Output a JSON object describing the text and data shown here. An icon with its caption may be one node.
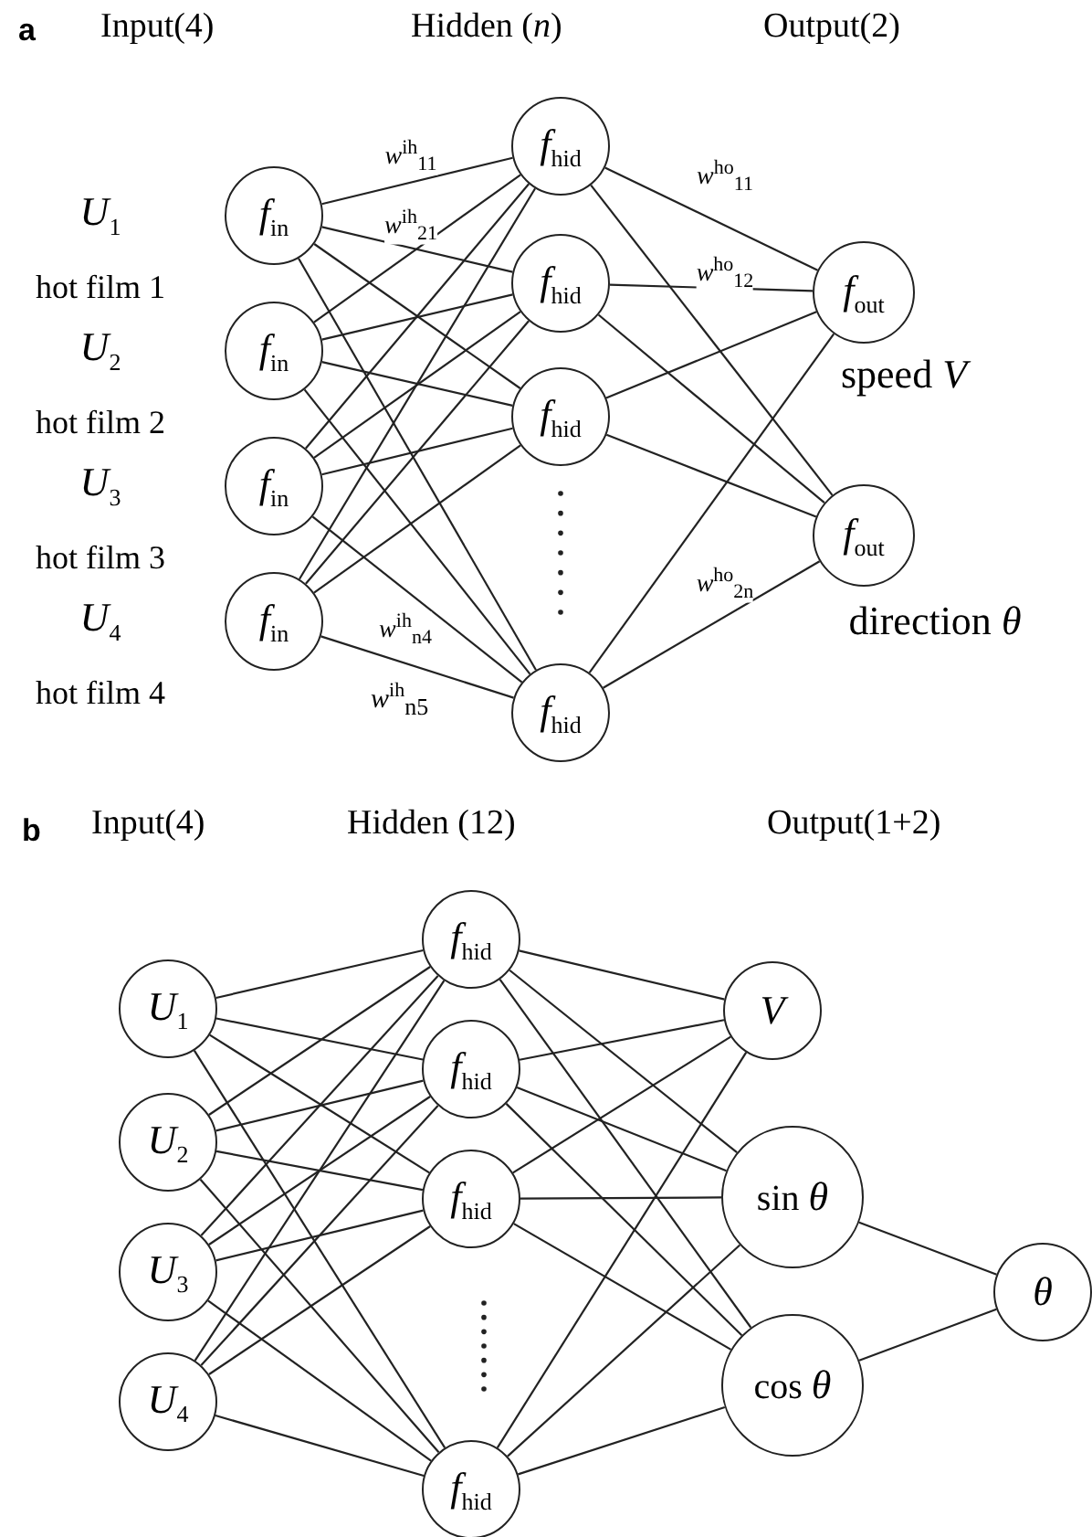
{
  "diagram": {
    "nodes": [
      {
        "text": [
          "*f*$_{in}$"
        ],
        "beside": [
          "*U*$_{1}$",
          "hot film 1"
        ]
      },
      {
        "text": [
          "*f*$_{in}$"
        ],
        "beside": [
          "*U*$_{2}$",
          "hot film 2"
        ]
      },
      {
        "text": [
          "*f*$_{in}$"
        ],
        "beside": [
          "*U*$_{3}$",
          "hot film 3"
        ]
      },
      {
        "text": [
          "*f*$_{in}$"
        ],
        "beside": [
          "*U*$_{4}$",
          "hot film 4"
        ]
      },
      {
        "text": [
          "*f*$_{hid}$"
        ]
      },
      {
        "text": [
          "*f*$_{hid}$"
        ]
      },
      {
        "text": [
          "*f*$_{hid}$"
        ]
      },
      {
        "text": [
          "*f*$_{hid}$"
        ]
      },
      {
        "text": [
          "*f*$_{out}$"
        ],
        "beside": [
          "speed *V*"
        ]
      },
      {
        "text": [
          "*f*$_{out}$"
        ],
        "beside": [
          "direction *θ*"
        ]
      },
      {
        "text": [
          "*U*$_{1}$"
        ]
      },
      {
        "text": [
          "*U*$_{2}$"
        ]
      },
      {
        "text": [
          "*U*$_{3}$"
        ]
      },
      {
        "text": [
          "*U*$_{4}$"
        ]
      },
      {
        "text": [
          "*f*$_{hid}$"
        ]
      },
      {
        "text": [
          "*f*$_{hid}$"
        ]
      },
      {
        "text": [
          "*f*$_{hid}$"
        ]
      },
      {
        "text": [
          "*f*$_{hid}$"
        ]
      },
      {
        "text": [
          "*V*"
        ]
      },
      {
        "text": [
          "sin *θ*"
        ]
      },
      {
        "text": [
          "cos *θ*"
        ]
      },
      {
        "text": [
          "*θ*"
        ]
      }
    ],
    "edges": [
      {
        "from": 0,
        "to": 4,
        "arrow": "none",
        "label": "*w*$^{ih}$$_{11}$"
      },
      {
        "from": 0,
        "to": 5,
        "arrow": "none",
        "label": "*w*$^{ih}$$_{21}$"
      },
      {
        "from": 0,
        "to": 6,
        "arrow": "none"
      },
      {
        "from": 0,
        "to": 7,
        "arrow": "none"
      },
      {
        "from": 1,
        "to": 4,
        "arrow": "none"
      },
      {
        "from": 1,
        "to": 5,
        "arrow": "none"
      },
      {
        "from": 1,
        "to": 6,
        "arrow": "none"
      },
      {
        "from": 1,
        "to": 7,
        "arrow": "none"
      },
      {
        "from": 2,
        "to": 4,
        "arrow": "none"
      },
      {
        "from": 2,
        "to": 5,
        "arrow": "none"
      },
      {
        "from": 2,
        "to": 6,
        "arrow": "none"
      },
      {
        "from": 2,
        "to": 7,
        "arrow": "none"
      },
      {
        "from": 3,
        "to": 4,
        "arrow": "none"
      },
      {
        "from": 3,
        "to": 5,
        "arrow": "none"
      },
      {
        "from": 3,
        "to": 6,
        "arrow": "none"
      },
      {
        "from": 3,
        "to": 7,
        "arrow": "none",
        "label": "*w*$^{ih}$$_{n4}$"
      },
      {
        "from": 4,
        "to": 8,
        "arrow": "none",
        "label": "*w*$^{ho}$$_{11}$"
      },
      {
        "from": 4,
        "to": 9,
        "arrow": "none"
      },
      {
        "from": 5,
        "to": 8,
        "arrow": "none",
        "label": "*w*$^{ho}$$_{12}$"
      },
      {
        "from": 5,
        "to": 9,
        "arrow": "none"
      },
      {
        "from": 6,
        "to": 8,
        "arrow": "none"
      },
      {
        "from": 6,
        "to": 9,
        "arrow": "none"
      },
      {
        "from": 7,
        "to": 8,
        "arrow": "none"
      },
      {
        "from": 7,
        "to": 9,
        "arrow": "none",
        "label": "*w*$^{ho}$$_{2n}$"
      },
      {
        "from": 10,
        "to": 14,
        "arrow": "none"
      },
      {
        "from": 10,
        "to": 15,
        "arrow": "none"
      },
      {
        "from": 10,
        "to": 16,
        "arrow": "none"
      },
      {
        "from": 10,
        "to": 17,
        "arrow": "none"
      },
      {
        "from": 11,
        "to": 14,
        "arrow": "none"
      },
      {
        "from": 11,
        "to": 15,
        "arrow": "none"
      },
      {
        "from": 11,
        "to": 16,
        "arrow": "none"
      },
      {
        "from": 11,
        "to": 17,
        "arrow": "none"
      },
      {
        "from": 12,
        "to": 14,
        "arrow": "none"
      },
      {
        "from": 12,
        "to": 15,
        "arrow": "none"
      },
      {
        "from": 12,
        "to": 16,
        "arrow": "none"
      },
      {
        "from": 12,
        "to": 17,
        "arrow": "none"
      },
      {
        "from": 13,
        "to": 14,
        "arrow": "none"
      },
      {
        "from": 13,
        "to": 15,
        "arrow": "none"
      },
      {
        "from": 13,
        "to": 16,
        "arrow": "none"
      },
      {
        "from": 13,
        "to": 17,
        "arrow": "none"
      },
      {
        "from": 14,
        "to": 18,
        "arrow": "none"
      },
      {
        "from": 14,
        "to": 19,
        "arrow": "none"
      },
      {
        "from": 14,
        "to": 20,
        "arrow": "none"
      },
      {
        "from": 15,
        "to": 18,
        "arrow": "none"
      },
      {
        "from": 15,
        "to": 19,
        "arrow": "none"
      },
      {
        "from": 15,
        "to": 20,
        "arrow": "none"
      },
      {
        "from": 16,
        "to": 18,
        "arrow": "none"
      },
      {
        "from": 16,
        "to": 19,
        "arrow": "none"
      },
      {
        "from": 16,
        "to": 20,
        "arrow": "none"
      },
      {
        "from": 17,
        "to": 18,
        "arrow": "none"
      },
      {
        "from": 17,
        "to": 19,
        "arrow": "none"
      },
      {
        "from": 17,
        "to": 20,
        "arrow": "none"
      },
      {
        "from": 19,
        "to": 21,
        "arrow": "none"
      },
      {
        "from": 20,
        "to": 21,
        "arrow": "none"
      }
    ],
    "labels": [
      "a",
      "Input(4)",
      "Hidden (*n*)",
      "Output(2)",
      "*w*$^{ih}$$_{n5}$",
      "b",
      "Input(4)",
      "Hidden (12)",
      "Output(1+2)"
    ]
  }
}
